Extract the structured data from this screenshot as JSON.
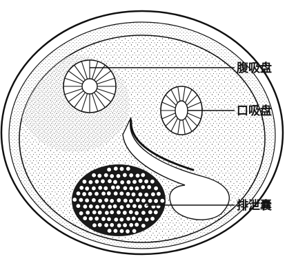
{
  "labels": {
    "ventral_sucker": "腹吸盘",
    "oral_sucker": "口吸盘",
    "excretory_bladder": "排泄囊"
  },
  "colors": {
    "ink": "#111111",
    "background": "#ffffff"
  }
}
